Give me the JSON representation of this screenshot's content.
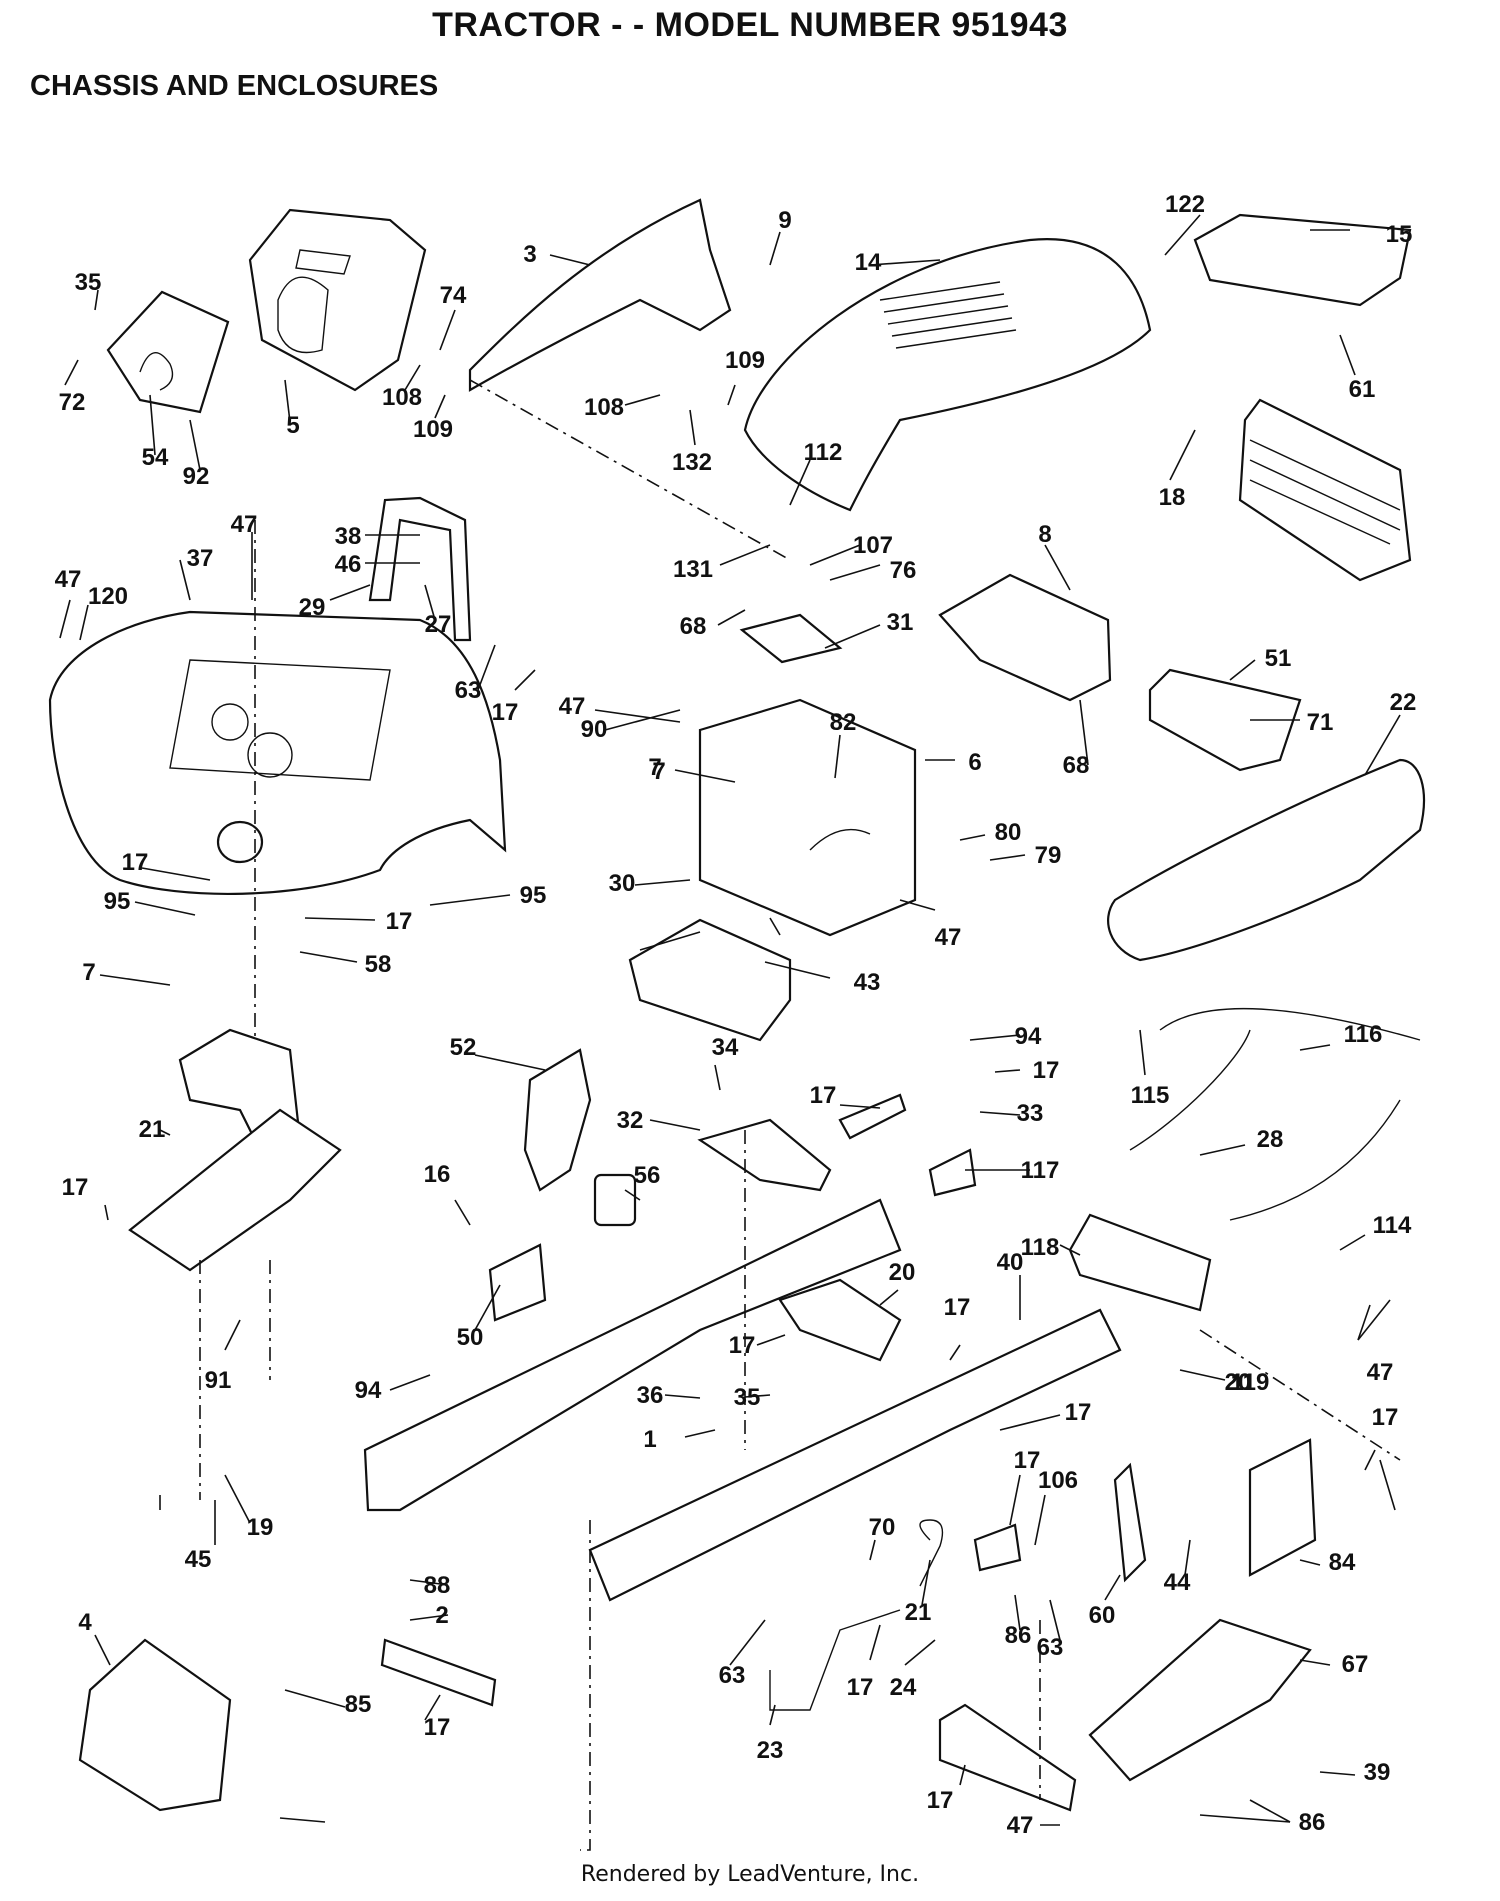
{
  "header": {
    "title": "TRACTOR - - MODEL NUMBER 951943",
    "section": "CHASSIS AND ENCLOSURES"
  },
  "footer": {
    "credit": "Rendered by LeadVenture, Inc."
  },
  "callouts": [
    "35",
    "72",
    "54",
    "92",
    "5",
    "74",
    "108",
    "109",
    "3",
    "9",
    "108",
    "132",
    "109",
    "14",
    "122",
    "15",
    "61",
    "18",
    "112",
    "131",
    "107",
    "76",
    "47",
    "37",
    "47",
    "120",
    "38",
    "46",
    "29",
    "27",
    "63",
    "17",
    "68",
    "31",
    "8",
    "51",
    "71",
    "22",
    "68",
    "47",
    "90",
    "82",
    "6",
    "7",
    "80",
    "79",
    "47",
    "95",
    "17",
    "95",
    "17",
    "58",
    "7",
    "7",
    "30",
    "43",
    "52",
    "34",
    "32",
    "17",
    "94",
    "17",
    "33",
    "117",
    "115",
    "116",
    "28",
    "21",
    "17",
    "16",
    "56",
    "50",
    "118",
    "114",
    "40",
    "20",
    "17",
    "119",
    "47",
    "91",
    "94",
    "17",
    "35",
    "36",
    "1",
    "17",
    "17",
    "20",
    "19",
    "45",
    "17",
    "106",
    "70",
    "21",
    "44",
    "84",
    "60",
    "63",
    "86",
    "88",
    "2",
    "4",
    "85",
    "17",
    "63",
    "17",
    "24",
    "67",
    "23",
    "39",
    "17",
    "47",
    "86"
  ]
}
